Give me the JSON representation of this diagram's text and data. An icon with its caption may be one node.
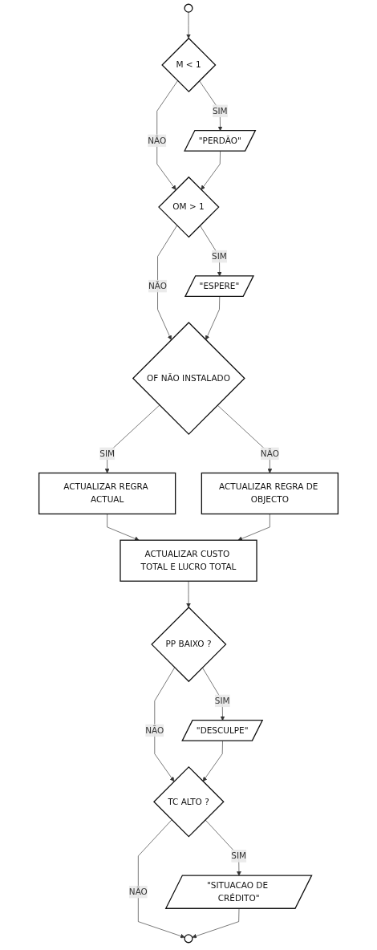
{
  "diagram": {
    "nodes": [
      {
        "text": [],
        "shape": "circle"
      },
      {
        "text": [
          "M < 1"
        ]
      },
      {
        "text": [
          "\"PERDÃO\""
        ]
      },
      {
        "text": [
          "OM > 1"
        ]
      },
      {
        "text": [
          "\"ESPERE\""
        ]
      },
      {
        "text": [
          "OF NÃO INSTALADO"
        ]
      },
      {
        "text": [
          "ACTUALIZAR REGRA ACTUAL"
        ]
      },
      {
        "text": [
          "ACTUALIZAR REGRA DE OBJECTO"
        ]
      },
      {
        "text": [
          "ACTUALIZAR CUSTO TOTAL E LUCRO TOTAL"
        ]
      },
      {
        "text": [
          "PP BAIXO ?"
        ]
      },
      {
        "text": [
          "\"DESCULPE\""
        ]
      },
      {
        "text": [
          "TC ALTO ?"
        ]
      },
      {
        "text": [
          "\"SITUACAO DE CRÉDITO\""
        ]
      },
      {
        "text": [],
        "shape": "circle"
      }
    ],
    "edges": [
      {
        "from": 0,
        "to": 1,
        "arrow": "to"
      },
      {
        "from": 1,
        "to": 2,
        "arrow": "to",
        "label": "SIM"
      },
      {
        "from": 1,
        "to": 3,
        "arrow": "to",
        "label": "NÃO"
      },
      {
        "from": 2,
        "to": 3,
        "arrow": "to"
      },
      {
        "from": 3,
        "to": 4,
        "arrow": "to",
        "label": "SIM"
      },
      {
        "from": 3,
        "to": 5,
        "arrow": "to",
        "label": "NÃO"
      },
      {
        "from": 4,
        "to": 5,
        "arrow": "to"
      },
      {
        "from": 5,
        "to": 6,
        "arrow": "to",
        "label": "SIM"
      },
      {
        "from": 5,
        "to": 7,
        "arrow": "to",
        "label": "NÃO"
      },
      {
        "from": 6,
        "to": 8,
        "arrow": "to"
      },
      {
        "from": 7,
        "to": 8,
        "arrow": "to"
      },
      {
        "from": 8,
        "to": 9,
        "arrow": "to"
      },
      {
        "from": 9,
        "to": 10,
        "arrow": "to",
        "label": "SIM"
      },
      {
        "from": 9,
        "to": 11,
        "arrow": "to",
        "label": "NÃO"
      },
      {
        "from": 10,
        "to": 11,
        "arrow": "to"
      },
      {
        "from": 11,
        "to": 12,
        "arrow": "to",
        "label": "SIM"
      },
      {
        "from": 11,
        "to": 13,
        "arrow": "to",
        "label": "NÃO"
      },
      {
        "from": 12,
        "to": 13,
        "arrow": "to"
      }
    ]
  }
}
